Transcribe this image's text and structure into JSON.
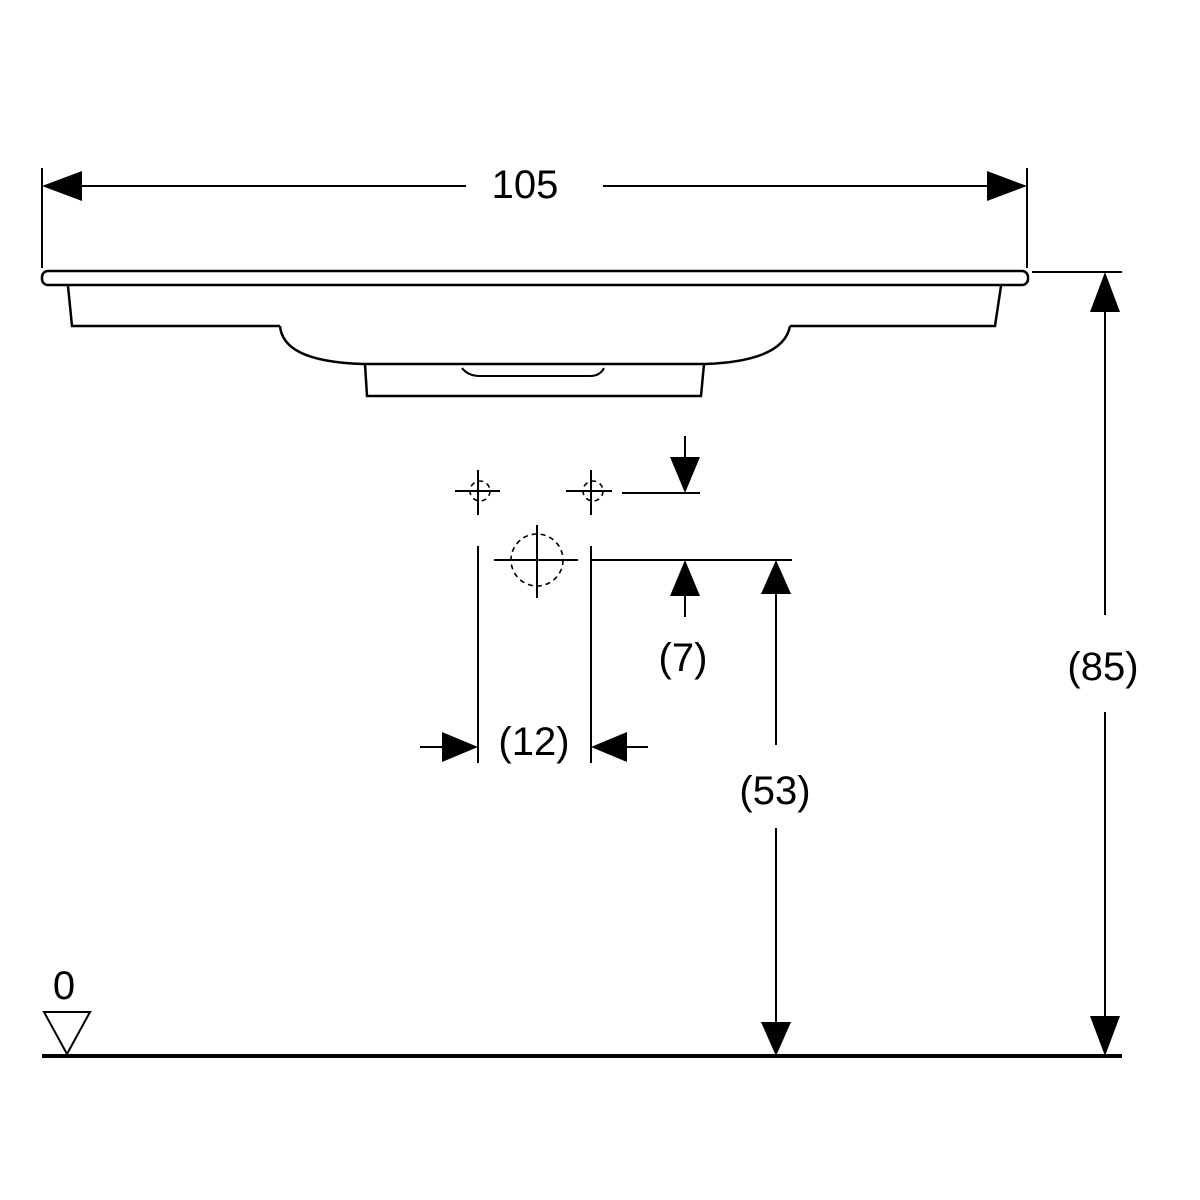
{
  "dimensions": {
    "width": "105",
    "total_height": "(85)",
    "drain_height": "(53)",
    "tap_offset": "(7)",
    "drain_spacing": "(12)"
  },
  "floor_level": "0"
}
